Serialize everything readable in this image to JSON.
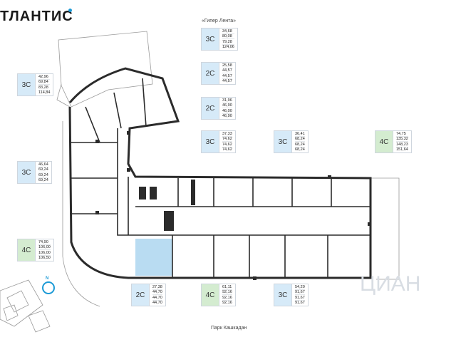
{
  "brand": {
    "name": "ТЛАНТИС",
    "accent": "#1c9ad6"
  },
  "streets": {
    "top": "«Гипер Лента»",
    "bottom": "Парк Кашкадан"
  },
  "compass_label": "N",
  "watermark": "ЦИАН",
  "colors": {
    "blue_badge": "#d6eaf8",
    "green_badge": "#d4ecd0",
    "highlight_unit": "#b9dcf2",
    "wall": "#2b2b2b"
  },
  "cards": [
    {
      "type": "3С",
      "color": "blue",
      "values": [
        "34,68",
        "80,08",
        "79,28",
        "124,06"
      ]
    },
    {
      "type": "2С",
      "color": "blue",
      "values": [
        "25,58",
        "44,57",
        "44,57",
        "44,57"
      ]
    },
    {
      "type": "2С",
      "color": "blue",
      "values": [
        "31,96",
        "46,90",
        "46,00",
        "46,90"
      ]
    },
    {
      "type": "3С",
      "color": "blue",
      "values": [
        "42,96",
        "69,84",
        "83,28",
        "114,84"
      ]
    },
    {
      "type": "3С",
      "color": "blue",
      "values": [
        "37,33",
        "74,62",
        "74,62",
        "74,62"
      ]
    },
    {
      "type": "3С",
      "color": "blue",
      "values": [
        "36,41",
        "68,24",
        "68,24",
        "68,24"
      ]
    },
    {
      "type": "4С",
      "color": "green",
      "values": [
        "74,75",
        "135,32",
        "148,23",
        "151,64"
      ]
    },
    {
      "type": "3С",
      "color": "blue",
      "values": [
        "46,64",
        "69,24",
        "69,24",
        "69,24"
      ]
    },
    {
      "type": "4С",
      "color": "green",
      "values": [
        "74,90",
        "106,00",
        "106,00",
        "106,50"
      ]
    },
    {
      "type": "2С",
      "color": "blue",
      "values": [
        "27,38",
        "44,70",
        "44,70",
        "44,70"
      ]
    },
    {
      "type": "4С",
      "color": "green",
      "values": [
        "61,11",
        "92,16",
        "92,16",
        "92,16"
      ]
    },
    {
      "type": "3С",
      "color": "blue",
      "values": [
        "54,20",
        "91,67",
        "91,67",
        "91,67"
      ]
    }
  ]
}
